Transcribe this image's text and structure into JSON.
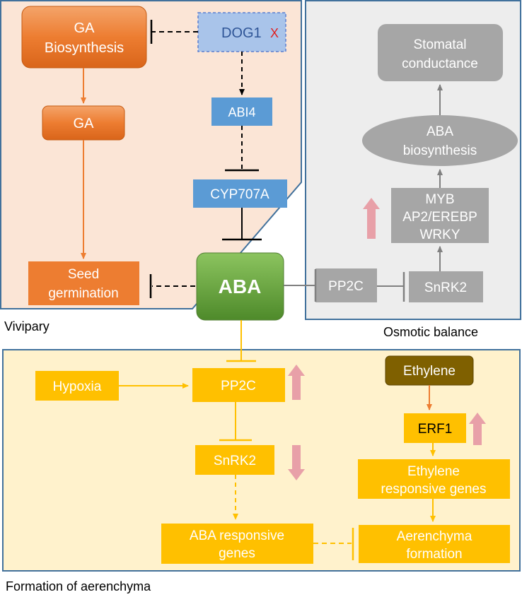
{
  "panels": {
    "vivipary": {
      "label": "Vivipary",
      "colors": {
        "fill": "#FBE5D6",
        "border": "#41719C"
      }
    },
    "osmotic": {
      "label": "Osmotic balance",
      "colors": {
        "fill": "#EDEDED",
        "border": "#41719C"
      }
    },
    "aerenchyma": {
      "label": "Formation of aerenchyma",
      "colors": {
        "fill": "#FFF2CC",
        "border": "#41719C"
      }
    }
  },
  "nodes": {
    "ga_biosynthesis": {
      "line1": "GA",
      "line2": "Biosynthesis"
    },
    "dog1": {
      "text": "DOG1",
      "mark": "X"
    },
    "ga": {
      "text": "GA"
    },
    "abi4": {
      "text": "ABI4"
    },
    "cyp707a": {
      "text": "CYP707A"
    },
    "seed_germination": {
      "line1": "Seed",
      "line2": "germination"
    },
    "aba": {
      "text": "ABA"
    },
    "stomatal_conductance": {
      "line1": "Stomatal",
      "line2": "conductance"
    },
    "aba_biosynthesis": {
      "line1": "ABA",
      "line2": "biosynthesis"
    },
    "tf_box": {
      "line1": "MYB",
      "line2": "AP2/EREBP",
      "line3": "WRKY"
    },
    "pp2c_osmotic": {
      "text": "PP2C"
    },
    "snrk2_osmotic": {
      "text": "SnRK2"
    },
    "hypoxia": {
      "text": "Hypoxia"
    },
    "pp2c_aerenchyma": {
      "text": "PP2C"
    },
    "snrk2_aerenchyma": {
      "text": "SnRK2"
    },
    "aba_responsive": {
      "line1": "ABA responsive",
      "line2": "genes"
    },
    "ethylene": {
      "text": "Ethylene"
    },
    "erf1": {
      "text": "ERF1"
    },
    "ethylene_responsive": {
      "line1": "Ethylene",
      "line2": "responsive genes"
    },
    "aerenchyma_formation": {
      "line1": "Aerenchyma",
      "line2": "formation"
    }
  },
  "colors": {
    "orange_node": "#ED7D31",
    "blue_node": "#5B9BD5",
    "dog1_fill": "#A9C4EA",
    "gray_node": "#A6A6A6",
    "yellow_node": "#FFC000",
    "brown_node": "#7F6000",
    "aba_green": "#70AD47",
    "pink_arrow": "#E8A0A8",
    "red_x": "#E02020"
  },
  "icons": [
    "up-arrow-icon",
    "down-arrow-icon"
  ]
}
